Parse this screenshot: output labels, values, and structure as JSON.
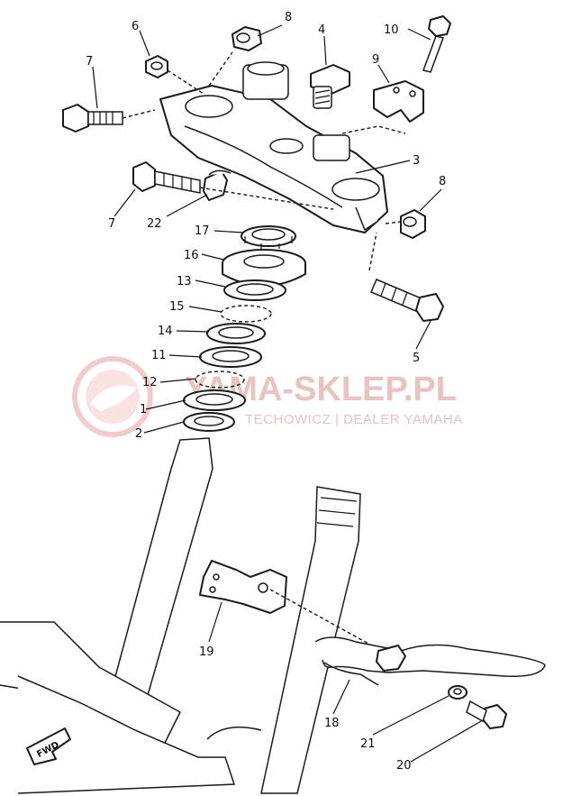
{
  "watermark": {
    "main_text": "YAMA-SKLEP.PL",
    "sub_text": "TECHOWICZ | DEALER YAMAHA",
    "color": "#e8b9b9"
  },
  "badge": {
    "text": "FWD"
  },
  "part_labels": [
    {
      "id": "p8a",
      "text": "8"
    },
    {
      "id": "p6",
      "text": "6"
    },
    {
      "id": "p4",
      "text": "4"
    },
    {
      "id": "p10",
      "text": "10"
    },
    {
      "id": "p7a",
      "text": "7"
    },
    {
      "id": "p9",
      "text": "9"
    },
    {
      "id": "p3",
      "text": "3"
    },
    {
      "id": "p8b",
      "text": "8"
    },
    {
      "id": "p7b",
      "text": "7"
    },
    {
      "id": "p22",
      "text": "22"
    },
    {
      "id": "p17",
      "text": "17"
    },
    {
      "id": "p16",
      "text": "16"
    },
    {
      "id": "p13",
      "text": "13"
    },
    {
      "id": "p15",
      "text": "15"
    },
    {
      "id": "p14",
      "text": "14"
    },
    {
      "id": "p11",
      "text": "11"
    },
    {
      "id": "p12",
      "text": "12"
    },
    {
      "id": "p1",
      "text": "1"
    },
    {
      "id": "p2",
      "text": "2"
    },
    {
      "id": "p5",
      "text": "5"
    },
    {
      "id": "p19",
      "text": "19"
    },
    {
      "id": "p18",
      "text": "18"
    },
    {
      "id": "p21",
      "text": "21"
    },
    {
      "id": "p20",
      "text": "20"
    }
  ]
}
